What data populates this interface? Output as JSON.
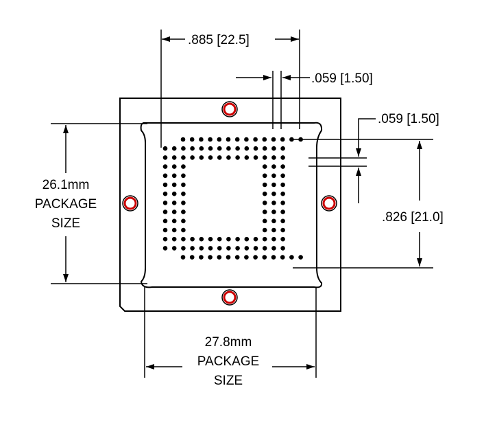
{
  "dimensions": {
    "top_pitch_span": ".885 [22.5]",
    "column_pitch": ".059 [1.50]",
    "row_pitch": ".059 [1.50]",
    "right_pitch_span": ".826 [21.0]"
  },
  "package_height": {
    "line1": "26.1mm",
    "line2": "PACKAGE",
    "line3": "SIZE"
  },
  "package_width": {
    "line1": "27.8mm",
    "line2": "PACKAGE",
    "line3": "SIZE"
  },
  "ball_grid": {
    "columns": 14,
    "rows": 14,
    "outer_ring_depth": 3,
    "row_offset_rows": [
      0,
      13
    ]
  },
  "colors": {
    "line": "#000000",
    "hole_ring": "#cc0000",
    "background": "#ffffff"
  }
}
